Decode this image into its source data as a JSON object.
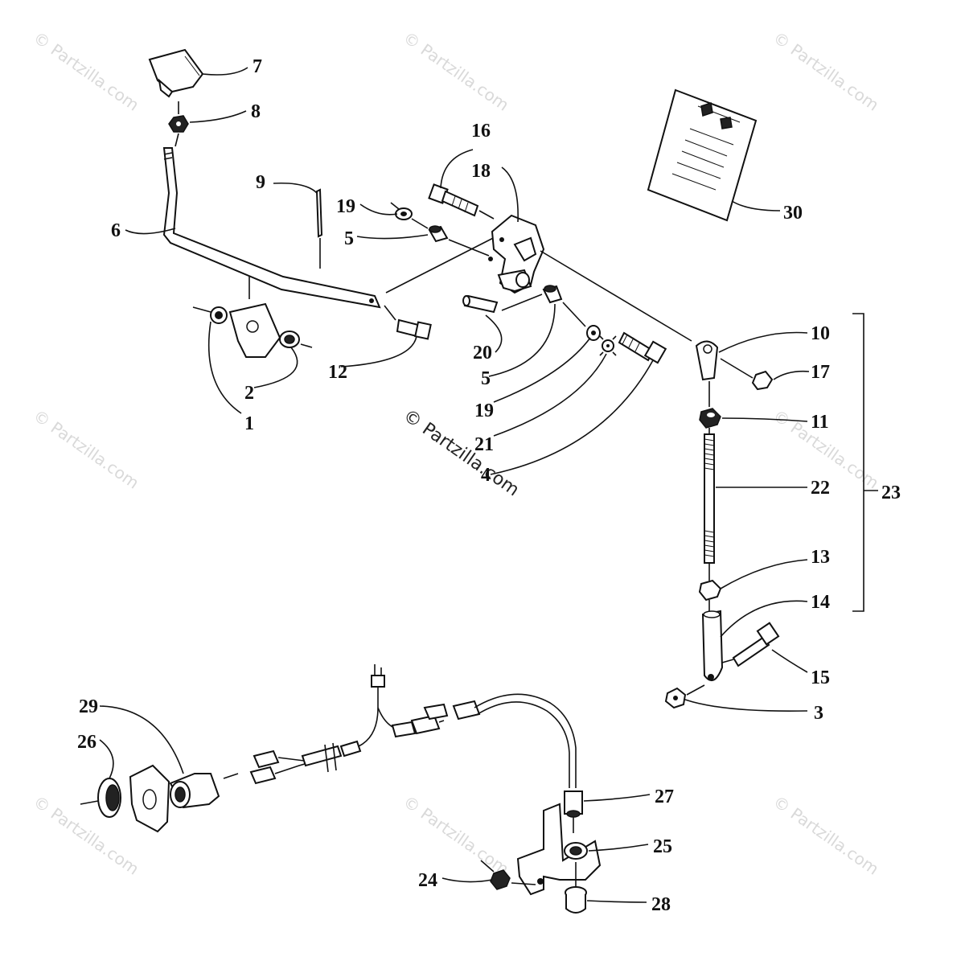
{
  "watermark": {
    "text": "© Partzilla.com"
  },
  "labels": {
    "l1": "1",
    "l2": "2",
    "l3": "3",
    "l4": "4",
    "l5a": "5",
    "l5b": "5",
    "l6": "6",
    "l7": "7",
    "l8": "8",
    "l9": "9",
    "l10": "10",
    "l11": "11",
    "l12": "12",
    "l13": "13",
    "l14": "14",
    "l15": "15",
    "l16": "16",
    "l17": "17",
    "l18": "18",
    "l19a": "19",
    "l19b": "19",
    "l20": "20",
    "l21": "21",
    "l22": "22",
    "l23": "23",
    "l24": "24",
    "l25": "25",
    "l26": "26",
    "l27": "27",
    "l28": "28",
    "l29": "29",
    "l30": "30"
  }
}
